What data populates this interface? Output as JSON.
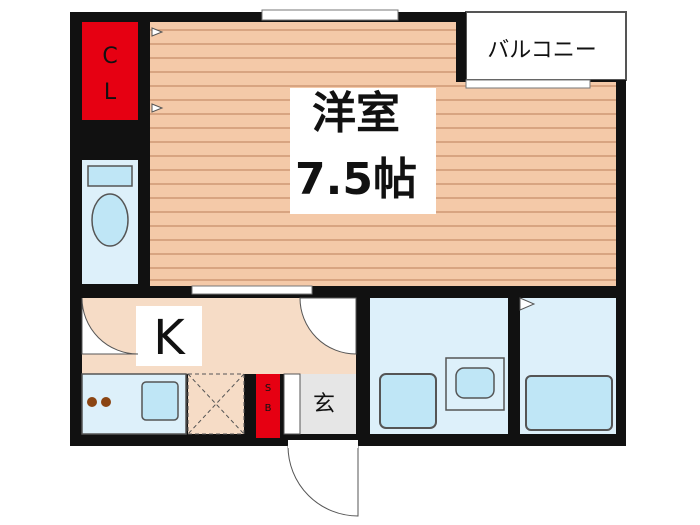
{
  "labels": {
    "room_name": "洋室",
    "room_size": "7.5帖",
    "balcony": "バルコニー",
    "closet_c": "C",
    "closet_l": "L",
    "kitchen": "K",
    "shoe_box_s": "S",
    "shoe_box_b": "B",
    "entrance": "玄"
  },
  "colors": {
    "wall": "#111111",
    "room_floor": "#f4c9a8",
    "floor_line": "#c88f6a",
    "kitchen_floor": "#f6dcc6",
    "wet_area": "#ddf0fa",
    "fixture": "#bfe6f6",
    "closet": "#e60012",
    "balcony": "#ffffff"
  }
}
